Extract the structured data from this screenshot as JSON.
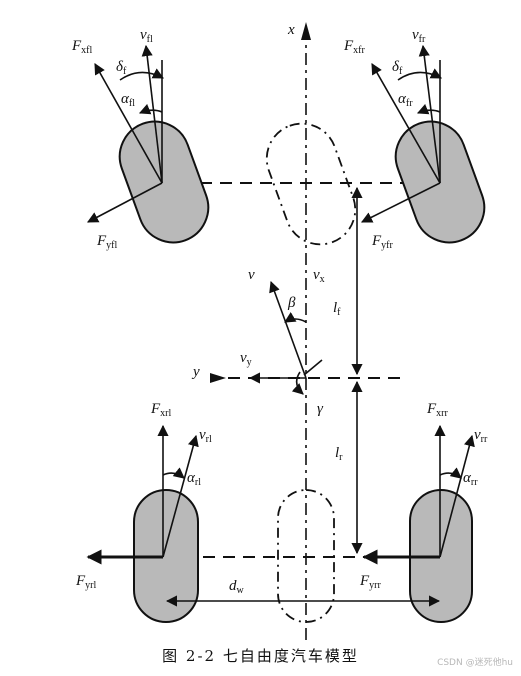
{
  "labels": {
    "x": "x",
    "y": "y",
    "Fxfl_main": "F",
    "Fxfl_sub": "xfl",
    "vfl_main": "v",
    "vfl_sub": "fl",
    "deltaf_main": "δ",
    "deltaf_sub": "f",
    "alphafl_main": "α",
    "alphafl_sub": "fl",
    "Fyfl_main": "F",
    "Fyfl_sub": "yfl",
    "Fxfr_main": "F",
    "Fxfr_sub": "xfr",
    "vfr_main": "v",
    "vfr_sub": "fr",
    "deltafr_main": "δ",
    "deltafr_sub": "f",
    "alphafr_main": "α",
    "alphafr_sub": "fr",
    "Fyfr_main": "F",
    "Fyfr_sub": "yfr",
    "v": "v",
    "vx_main": "v",
    "vx_sub": "x",
    "beta": "β",
    "lf_main": "l",
    "lf_sub": "f",
    "vy_main": "v",
    "vy_sub": "y",
    "gamma": "γ",
    "Fxrl_main": "F",
    "Fxrl_sub": "xrl",
    "vrl_main": "v",
    "vrl_sub": "rl",
    "alpharl_main": "α",
    "alpharl_sub": "rl",
    "lr_main": "l",
    "lr_sub": "r",
    "Fxrr_main": "F",
    "Fxrr_sub": "xrr",
    "vrr_main": "v",
    "vrr_sub": "rr",
    "alpharr_main": "α",
    "alpharr_sub": "rr",
    "Fyrl_main": "F",
    "Fyrl_sub": "yrl",
    "dw_main": "d",
    "dw_sub": "w",
    "Fyrr_main": "F",
    "Fyrr_sub": "yrr"
  },
  "caption": "图 2-2  七自由度汽车模型",
  "watermark": "CSDN @迷死他hu",
  "colors": {
    "wheel_fill": "#b9b9b9",
    "stroke": "#111111"
  }
}
